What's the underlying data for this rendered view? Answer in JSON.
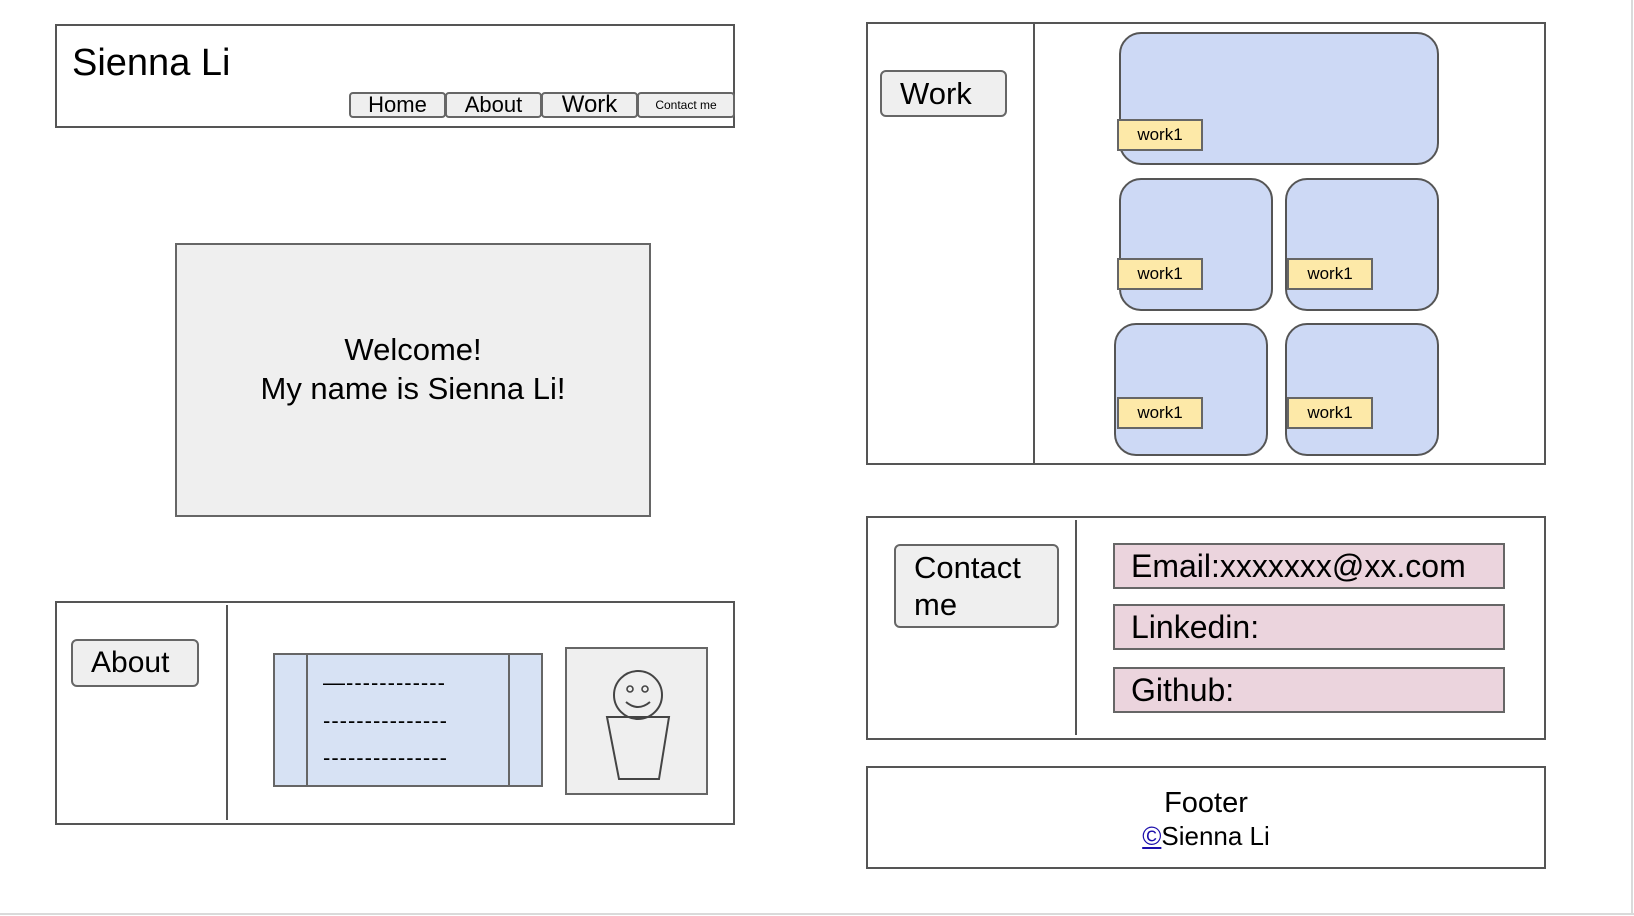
{
  "header": {
    "title": "Sienna Li",
    "nav": {
      "home": "Home",
      "about": "About",
      "work": "Work",
      "contact": "Contact me"
    }
  },
  "hero": {
    "line1": "Welcome!",
    "line2": "My name is Sienna Li!"
  },
  "about": {
    "label": "About",
    "text_lines": [
      "—------------",
      "---------------",
      "---------------"
    ]
  },
  "work": {
    "label": "Work",
    "items": [
      "work1",
      "work1",
      "work1",
      "work1",
      "work1"
    ]
  },
  "contact": {
    "label": "Contact me",
    "email": "Email:xxxxxxx@xx.com",
    "linkedin": "Linkedin:",
    "github": "Github:"
  },
  "footer": {
    "title": "Footer",
    "copyright_symbol": "©",
    "name": "Sienna Li"
  },
  "colors": {
    "card": "#cdd9f5",
    "tag": "#fde9a8",
    "field": "#ebd4dd",
    "button": "#efefef",
    "border": "#555555"
  }
}
